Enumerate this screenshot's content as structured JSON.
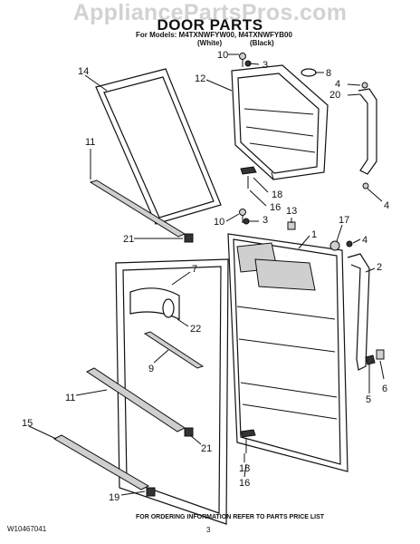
{
  "watermark": "AppliancePartsPros.com",
  "header": {
    "title": "DOOR PARTS",
    "models_line": "For Models: M4TXNWFYW00, M4TXNWFYB00",
    "variant_white": "(White)",
    "variant_black": "(Black)"
  },
  "callouts": {
    "c14": "14",
    "c11a": "11",
    "c12": "12",
    "c10a": "10",
    "c3a": "3",
    "c8": "8",
    "c4a": "4",
    "c20": "20",
    "c18a": "18",
    "c16a": "16",
    "c4b": "4",
    "c21a": "21",
    "c10b": "10",
    "c3b": "3",
    "c13": "13",
    "c17": "17",
    "c1": "1",
    "c4c": "4",
    "c2": "2",
    "c7": "7",
    "c22": "22",
    "c9": "9",
    "c11b": "11",
    "c5": "5",
    "c6": "6",
    "c15": "15",
    "c21b": "21",
    "c18b": "18",
    "c16b": "16",
    "c19": "19"
  },
  "footer": {
    "doc_id": "W10467041",
    "note": "FOR ORDERING INFORMATION REFER TO PARTS PRICE LIST",
    "page": "3"
  }
}
